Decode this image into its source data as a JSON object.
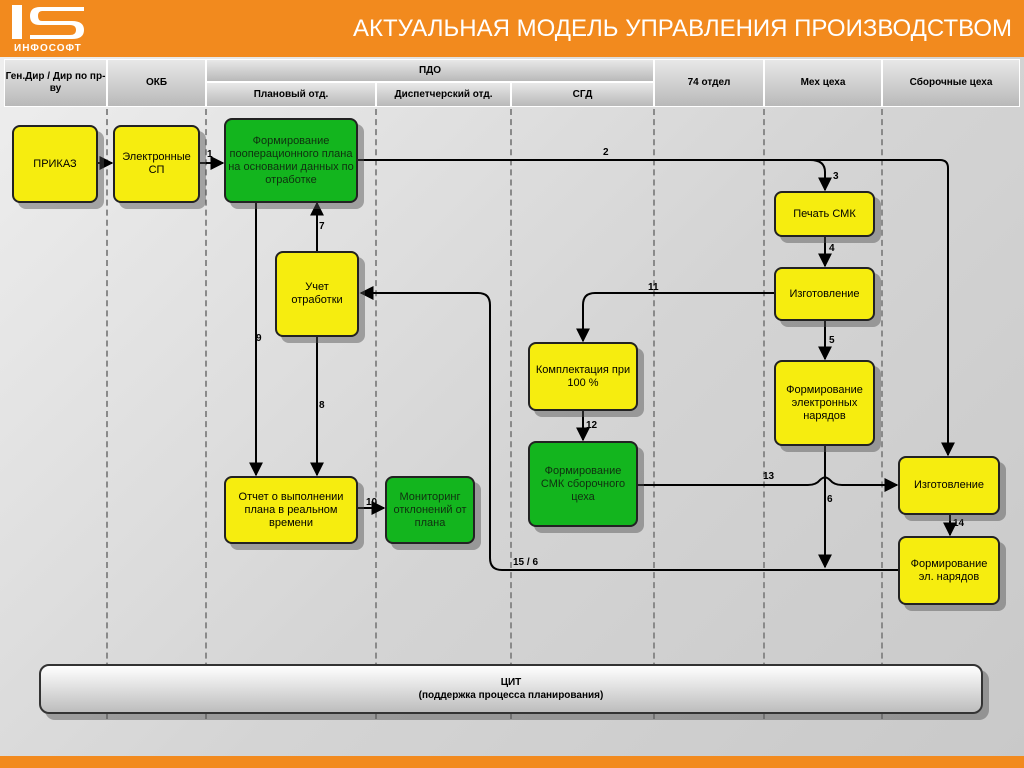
{
  "header": {
    "logo_text": "ИНФОСОФТ",
    "title": "АКТУАЛЬНАЯ МОДЕЛЬ УПРАВЛЕНИЯ ПРОИЗВОДСТВОМ"
  },
  "columns": {
    "gendir": "Ген.Дир / Дир по пр-ву",
    "okb": "ОКБ",
    "pdo": "ПДО",
    "plan": "Плановый отд.",
    "disp": "Диспетчерский отд.",
    "sgd": "СГД",
    "dept74": "74 отдел",
    "mech": "Мех цеха",
    "assembly": "Сборочные цеха"
  },
  "nodes": {
    "order": "ПРИКАЗ",
    "esp": "Электронные СП",
    "form_plan": "Формирование пооперационного плана на основании данных по отработке",
    "print_smk": "Печать СМК",
    "manuf_mech": "Изготовление",
    "track": "Учет отработки",
    "kit": "Комплектация при 100 %",
    "form_orders_mech": "Формирование электронных нарядов",
    "form_smk": "Формирование СМК сборочного цеха",
    "manuf_assembly": "Изготовление",
    "report": "Отчет о выполнении плана в реальном времени",
    "monitor": "Мониторинг отклонений от плана",
    "form_orders_assembly": "Формирование эл. нарядов"
  },
  "edge_labels": {
    "e1": "1",
    "e2": "2",
    "e3": "3",
    "e4": "4",
    "e5": "5",
    "e6": "6",
    "e7": "7",
    "e8": "8",
    "e9": "9",
    "e10": "10",
    "e11": "11",
    "e12": "12",
    "e13": "13",
    "e14": "14",
    "e15": "15 / 6"
  },
  "cit": {
    "title": "ЦИТ",
    "subtitle": "(поддержка процесса планирования)"
  },
  "colors": {
    "accent": "#f28a1e",
    "process_yellow": "#f6ed0f",
    "process_green": "#13b51e"
  }
}
